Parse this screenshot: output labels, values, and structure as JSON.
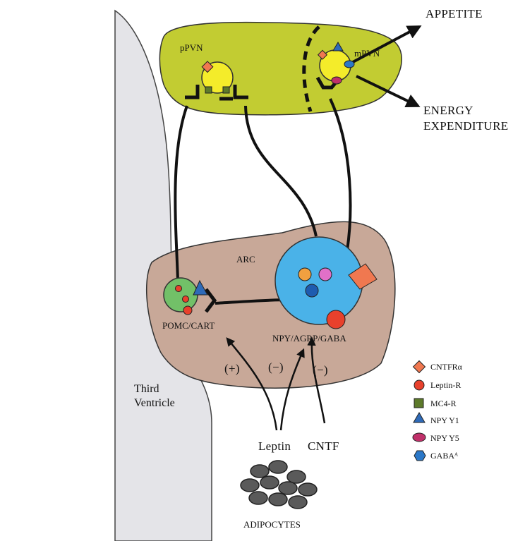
{
  "regions": {
    "ppvn": "pPVN",
    "mpvn": "mPVN",
    "arc": "ARC",
    "third_ventricle_line1": "Third",
    "third_ventricle_line2": "Ventricle"
  },
  "neurons": {
    "pomc": "POMC/CART",
    "npy": "NPY/AGRP/GABA"
  },
  "outputs": {
    "appetite": "APPETITE",
    "energy_line1": "ENERGY",
    "energy_line2": "EXPENDITURE"
  },
  "signals": {
    "plus": "(+)",
    "minus1": "(−)",
    "minus2": "(−)",
    "leptin": "Leptin",
    "cntf": "CNTF",
    "adipocytes": "ADIPOCYTES"
  },
  "legend": {
    "items": [
      {
        "label": "CNTFRα",
        "color": "#f07850",
        "icon": "diamond-icon"
      },
      {
        "label": "Leptin-R",
        "color": "#e8412c",
        "icon": "circle-icon"
      },
      {
        "label": "MC4-R",
        "color": "#5d7a2a",
        "icon": "square-icon"
      },
      {
        "label": "NPY Y1",
        "color": "#2e6ab8",
        "icon": "triangle-icon"
      },
      {
        "label": "NPY Y5",
        "color": "#c0306a",
        "icon": "ellipse-icon"
      },
      {
        "label": "GABAᴬ",
        "color": "#2b78c8",
        "icon": "hexagon-icon"
      }
    ]
  },
  "colors": {
    "pvn_fill": "#c2cc32",
    "arc_fill": "#c8a898",
    "ventricle_fill": "#e4e4e8",
    "npy_cell": "#4ab2e8",
    "pomc_cell": "#72c068",
    "pvn_cell": "#f4ec2a"
  }
}
